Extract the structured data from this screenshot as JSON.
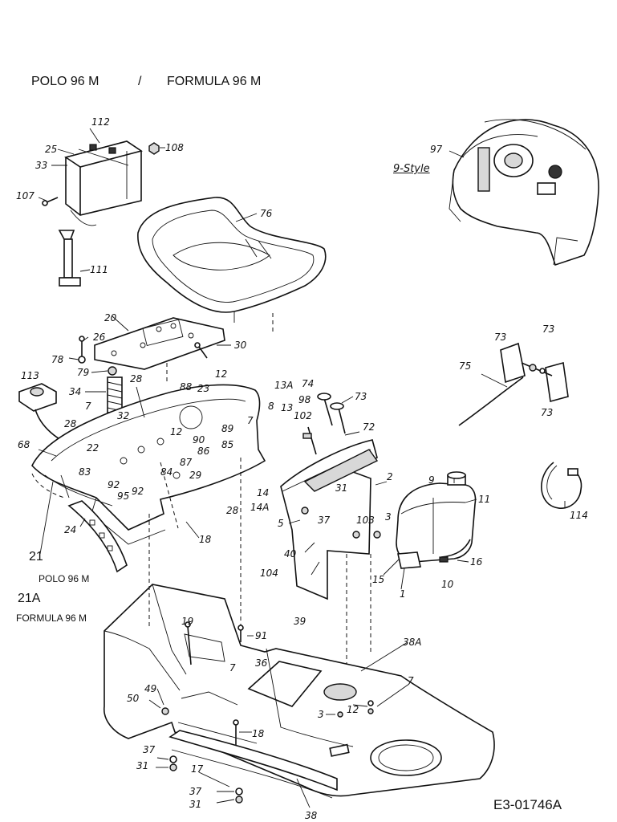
{
  "header": {
    "model_a": "POLO 96 M",
    "separator": "/",
    "model_b": "FORMULA 96 M"
  },
  "variant_label": "9-Style",
  "captions": {
    "part21_model": "POLO 96 M",
    "part21A_model": "FORMULA 96 M",
    "part21": "21",
    "part21A": "21A"
  },
  "drawing_code": "E3-01746A",
  "callouts": {
    "c112": "112",
    "c108": "108",
    "c25": "25",
    "c33": "33",
    "c107": "107",
    "c111": "111",
    "c76": "76",
    "c97": "97",
    "c20": "20",
    "c26": "26",
    "c30": "30",
    "c78": "78",
    "c79": "79",
    "c113": "113",
    "c34": "34",
    "c28a": "28",
    "c88": "88",
    "c23": "23",
    "c12a": "12",
    "c7a": "7",
    "c32": "32",
    "c89": "89",
    "c86": "86",
    "c85": "85",
    "c90": "90",
    "c28b": "28",
    "c68": "68",
    "c22": "22",
    "c12b": "12",
    "c87": "87",
    "c84": "84",
    "c83": "83",
    "c92a": "92",
    "c92b": "92",
    "c95": "95",
    "c29": "29",
    "c28c": "28",
    "c24": "24",
    "c18a": "18",
    "c7b": "7",
    "c13A": "13A",
    "c8": "8",
    "c13": "13",
    "c74": "74",
    "c98": "98",
    "c102": "102",
    "c73a": "73",
    "c72": "72",
    "c14": "14",
    "c14A": "14A",
    "c31a": "31",
    "c2": "2",
    "c5": "5",
    "c37a": "37",
    "c103": "103",
    "c3a": "3",
    "c40": "40",
    "c104": "104",
    "c9": "9",
    "c11": "11",
    "c16": "16",
    "c15": "15",
    "c1": "1",
    "c10": "10",
    "c75": "75",
    "c73b": "73",
    "c73c": "73",
    "c73d": "73",
    "c114": "114",
    "c19": "19",
    "c91": "91",
    "c36": "36",
    "c7c": "7",
    "c39": "39",
    "c38A": "38A",
    "c7d": "7",
    "c12c": "12",
    "c3b": "3",
    "c49": "49",
    "c50": "50",
    "c18b": "18",
    "c37b": "37",
    "c31b": "31",
    "c17": "17",
    "c37c": "37",
    "c31c": "31",
    "c38": "38"
  }
}
